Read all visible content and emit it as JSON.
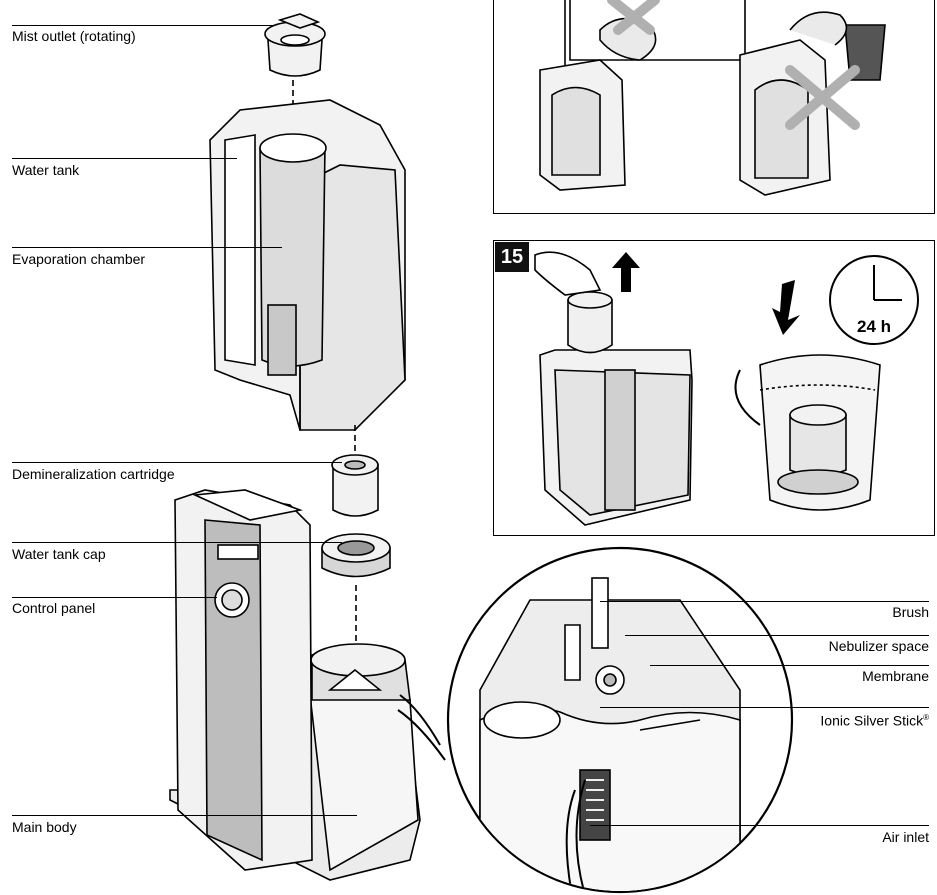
{
  "labels_left": {
    "mist_outlet": "Mist outlet (rotating)",
    "water_tank": "Water tank",
    "evaporation_chamber": "Evaporation chamber",
    "demineralization_cartridge": "Demineralization cartridge",
    "water_tank_cap": "Water tank cap",
    "control_panel": "Control panel",
    "main_body": "Main body"
  },
  "labels_right": {
    "brush": "Brush",
    "nebulizer_space": "Nebulizer space",
    "membrane": "Membrane",
    "ionic_silver_stick": "Ionic Silver Stick",
    "ionic_silver_stick_mark": "®",
    "air_inlet": "Air inlet"
  },
  "step_panel": {
    "step_number": "15",
    "clock_label": "24 h"
  },
  "icons": {
    "prohibited": "x-mark-icon",
    "lift": "arrow-up-icon",
    "insert": "arrow-down-icon",
    "time": "clock-icon"
  },
  "colors": {
    "line": "#000000",
    "body_fill": "#f2f2f2",
    "shade": "#bdbdbd",
    "cross": "#b0b0b0"
  }
}
